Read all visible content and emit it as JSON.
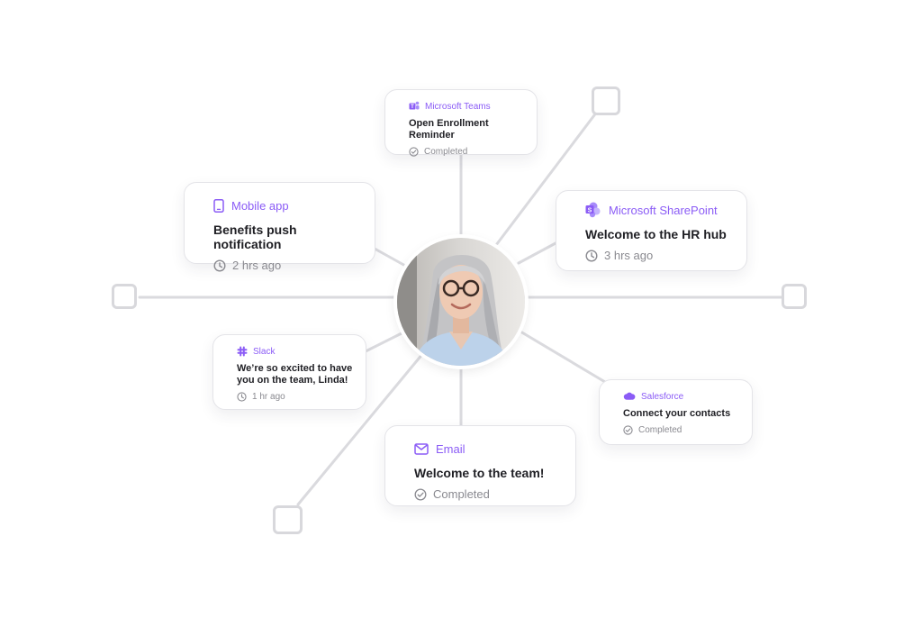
{
  "cards": {
    "teams": {
      "source": "Microsoft Teams",
      "title": "Open Enrollment Reminder",
      "status": "Completed",
      "icon": "teams-icon"
    },
    "mobile": {
      "source": "Mobile app",
      "title": "Benefits push notification",
      "status": "2 hrs ago",
      "icon": "phone-icon"
    },
    "sharepoint": {
      "source": "Microsoft SharePoint",
      "title": "Welcome to the HR hub",
      "status": "3 hrs ago",
      "icon": "sharepoint-icon"
    },
    "slack": {
      "source": "Slack",
      "title_line1": "We’re so excited to have",
      "title_line2": "you on the team, Linda!",
      "status": "1 hr ago",
      "icon": "slack-icon"
    },
    "salesforce": {
      "source": "Salesforce",
      "title": "Connect your contacts",
      "status": "Completed",
      "icon": "salesforce-icon"
    },
    "email": {
      "source": "Email",
      "title": "Welcome to the team!",
      "status": "Completed",
      "icon": "mail-icon"
    }
  },
  "colors": {
    "accent": "#8b5cf6",
    "line": "#dadade",
    "title": "#1f1f24",
    "meta": "#8a8a90"
  }
}
